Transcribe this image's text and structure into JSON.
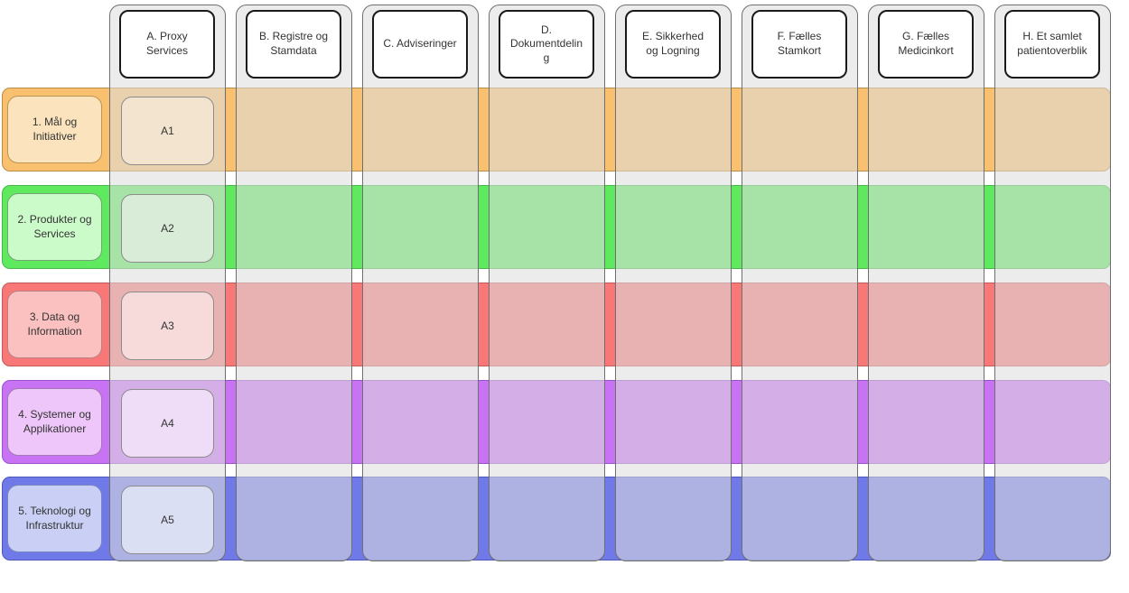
{
  "diagram": {
    "type": "architecture-capability-matrix",
    "columns": [
      {
        "id": "A",
        "label": "A. Proxy Services"
      },
      {
        "id": "B",
        "label": "B. Registre og Stamdata"
      },
      {
        "id": "C",
        "label": "C. Adviseringer"
      },
      {
        "id": "D",
        "label": "D. Dokumentdeling"
      },
      {
        "id": "E",
        "label": "E. Sikkerhed og Logning"
      },
      {
        "id": "F",
        "label": "F. Fælles Stamkort"
      },
      {
        "id": "G",
        "label": "G. Fælles Medicinkort"
      },
      {
        "id": "H",
        "label": "H. Et samlet patientoverblik"
      }
    ],
    "rows": [
      {
        "id": "1",
        "label": "1. Mål og Initiativer",
        "cell": "A1"
      },
      {
        "id": "2",
        "label": "2. Produkter og Services",
        "cell": "A2"
      },
      {
        "id": "3",
        "label": "3. Data og Information",
        "cell": "A3"
      },
      {
        "id": "4",
        "label": "4. Systemer og Applikationer",
        "cell": "A4"
      },
      {
        "id": "5",
        "label": "5. Teknologi og Infrastruktur",
        "cell": "A5"
      }
    ]
  },
  "colors": {
    "text": "#333333",
    "lane-fill": "rgba(221,221,221,0.57)",
    "lane-bd": "#6F6F6F",
    "header-fill": "#FFFFFF",
    "header-bd": "#1A1A1A",
    "cell-bd": "#8C8C8C",
    "r1-band": "#F9C06F",
    "r1-band-bd": "#B98C45",
    "r1-label": "#FBE3BD",
    "r1-label-bd": "#BD9451",
    "r1-cell": "#F2E4CE",
    "r2-band": "#5FE95F",
    "r2-band-bd": "#48B648",
    "r2-label": "#CCFBCA",
    "r2-label-bd": "#75A375",
    "r2-cell": "#D9ECD7",
    "r3-band": "#F87878",
    "r3-band-bd": "#C25A5A",
    "r3-label": "#FBC0C0",
    "r3-label-bd": "#B98282",
    "r3-cell": "#F7DADA",
    "r4-band": "#C873F3",
    "r4-band-bd": "#9B51C9",
    "r4-label": "#EFC6F9",
    "r4-label-bd": "#A179B4",
    "r4-cell": "#EFDDF7",
    "r5-band": "#7079E8",
    "r5-band-bd": "#5058B8",
    "r5-label": "#C9CFF5",
    "r5-label-bd": "#7C86C0",
    "r5-cell": "#DBDFF4"
  }
}
